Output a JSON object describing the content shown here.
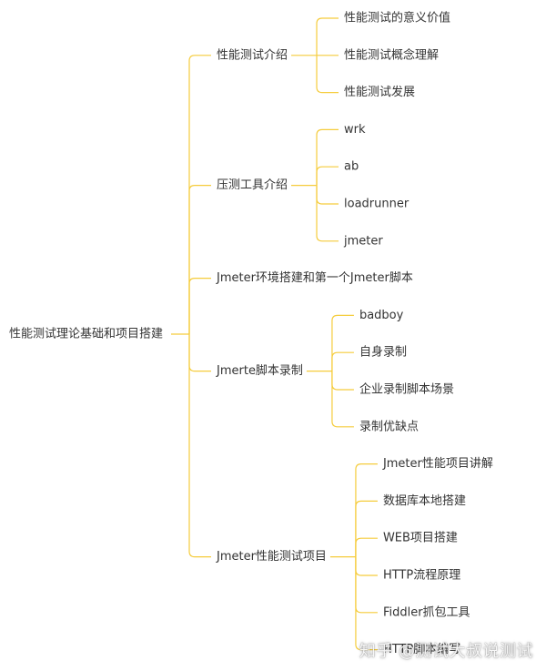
{
  "colors": {
    "edge": "#f5cc3c",
    "text": "#333333",
    "background": "#ffffff"
  },
  "root": {
    "label": "性能测试理论基础和项目搭建",
    "children": [
      {
        "label": "性能测试介绍",
        "children": [
          {
            "label": "性能测试的意义价值"
          },
          {
            "label": "性能测试概念理解"
          },
          {
            "label": "性能测试发展"
          }
        ]
      },
      {
        "label": "压测工具介绍",
        "children": [
          {
            "label": "wrk"
          },
          {
            "label": "ab"
          },
          {
            "label": "loadrunner"
          },
          {
            "label": "jmeter"
          }
        ]
      },
      {
        "label": "Jmeter环境搭建和第一个Jmeter脚本",
        "children": []
      },
      {
        "label": "Jmerte脚本录制",
        "children": [
          {
            "label": "badboy"
          },
          {
            "label": "自身录制"
          },
          {
            "label": "企业录制脚本场景"
          },
          {
            "label": "录制优缺点"
          }
        ]
      },
      {
        "label": "Jmeter性能测试项目",
        "children": [
          {
            "label": "Jmeter性能项目讲解"
          },
          {
            "label": "数据库本地搭建"
          },
          {
            "label": "WEB项目搭建"
          },
          {
            "label": "HTTP流程原理"
          },
          {
            "label": "Fiddler抓包工具"
          },
          {
            "label": "HTTP脚本编写"
          }
        ]
      }
    ]
  },
  "watermark": "知乎 @测试大叔说测试"
}
